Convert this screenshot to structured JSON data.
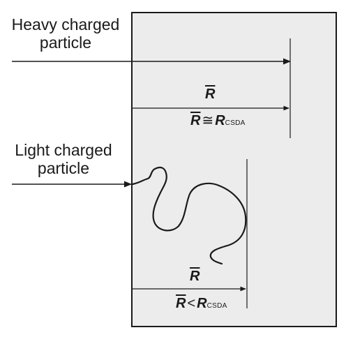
{
  "heavy": {
    "label_line1": "Heavy charged",
    "label_line2": "particle",
    "mean_range_symbol": "R",
    "relation": {
      "lhs": "R",
      "operator": "≅",
      "rhs": "R",
      "subscript": "CSDA"
    }
  },
  "light": {
    "label_line1": "Light charged",
    "label_line2": "particle",
    "mean_range_symbol": "R",
    "relation": {
      "lhs": "R",
      "operator": "<",
      "rhs": "R",
      "subscript": "CSDA"
    }
  },
  "colors": {
    "absorber_fill": "#ececec",
    "line": "#1a1a1a"
  }
}
